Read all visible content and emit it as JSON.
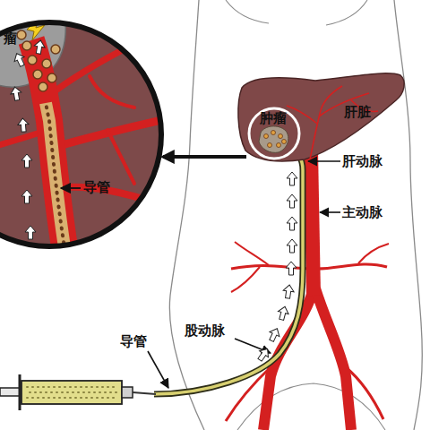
{
  "diagram": {
    "nodes": [
      {
        "text": [
          "瘤",
          "导管"
        ]
      },
      {
        "text": [
          "肝脏"
        ]
      },
      {
        "text": [
          "肿瘤"
        ],
        "in": 1
      }
    ],
    "edges": [
      {
        "from": 2,
        "to": 0,
        "arrow": "to"
      }
    ],
    "labels": [
      "肝动脉",
      "主动脉",
      "股动脉",
      "导管"
    ]
  }
}
